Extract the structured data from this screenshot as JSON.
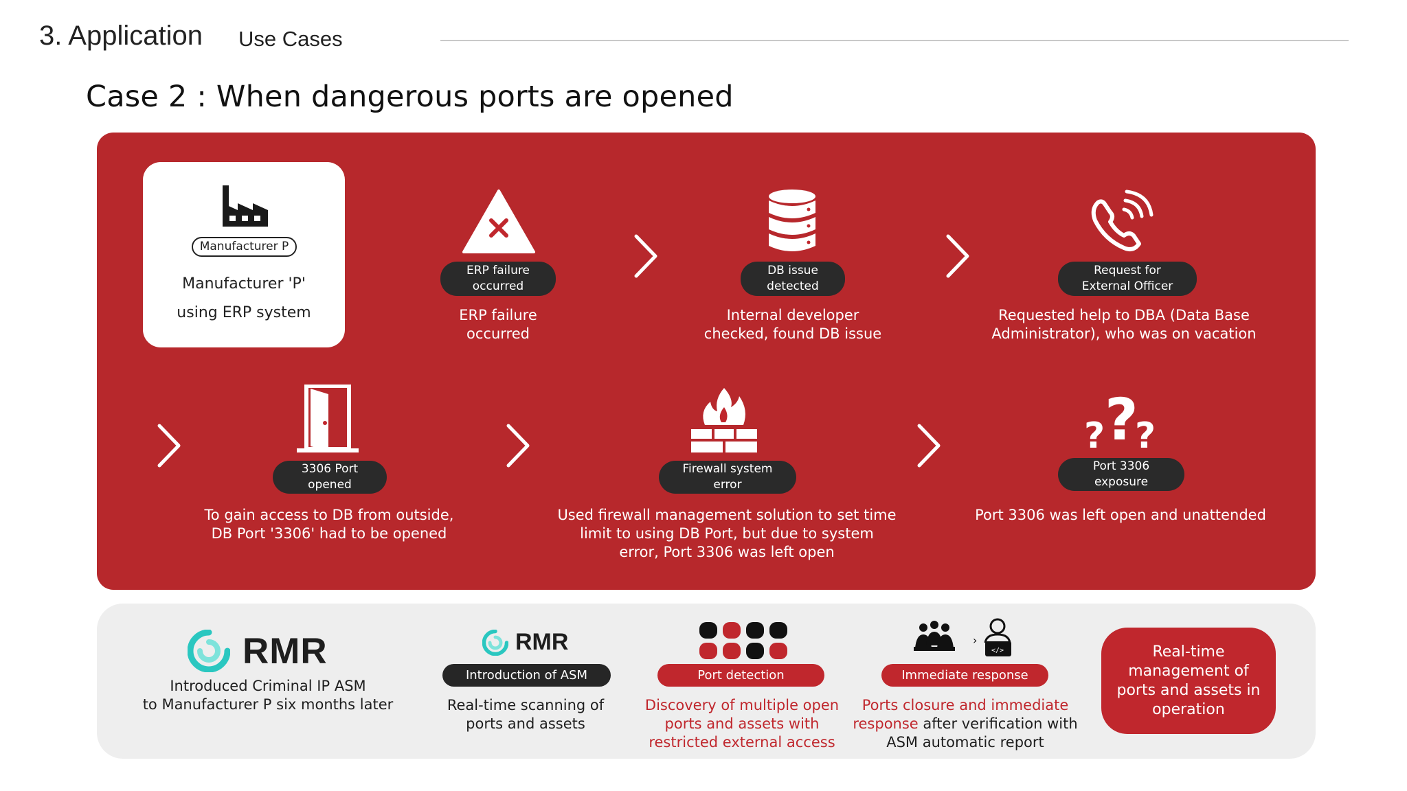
{
  "header": {
    "section": "3. Application",
    "subsection": "Use Cases",
    "case_title": "Case 2 : When dangerous ports are opened"
  },
  "colors": {
    "panel_red": "#b7282c",
    "accent_red": "#c0272d",
    "badge_dark": "#2a2a2a",
    "panel_gray": "#eeeeee",
    "rmr_teal": "#2ac7c0"
  },
  "manufacturer_card": {
    "icon": "factory-icon",
    "pill": "Manufacturer P",
    "line1": "Manufacturer 'P'",
    "line2": "using ERP system"
  },
  "steps": [
    {
      "icon": "warning-x-icon",
      "badge": "ERP failure\noccurred",
      "description": "ERP failure\noccurred"
    },
    {
      "icon": "database-icon",
      "badge": "DB issue\ndetected",
      "description": "Internal developer\nchecked, found DB issue"
    },
    {
      "icon": "phone-ringing-icon",
      "badge": "Request for\nExternal Officer",
      "description": "Requested help to DBA (Data Base\nAdministrator), who was on vacation"
    },
    {
      "icon": "open-door-icon",
      "badge": "3306 Port\nopened",
      "description": "To gain access to DB from outside,\nDB Port '3306' had to be opened"
    },
    {
      "icon": "firewall-fire-icon",
      "badge": "Firewall system\nerror",
      "description": "Used firewall management solution to set time\nlimit to using DB Port, but due to system\nerror, Port 3306 was left open"
    },
    {
      "icon": "question-marks-icon",
      "badge": "Port 3306\nexposure",
      "description": "Port 3306 was left open and unattended"
    }
  ],
  "solution": {
    "logo_word": "RMR",
    "intro_text": "Introduced Criminal IP ASM\nto Manufacturer P six months later",
    "stages": [
      {
        "icon": "rmr-logo-icon",
        "badge": "Introduction of ASM",
        "text": "Real-time scanning of\nports and assets"
      },
      {
        "icon": "port-grid-icon",
        "badge": "Port detection",
        "text": "Discovery of multiple open\nports and assets with\nrestricted external access"
      },
      {
        "icon": "team-response-icon",
        "badge": "Immediate response",
        "text_red": "Ports closure and immediate\nresponse",
        "text_dark": " after verification with\nASM automatic report"
      }
    ],
    "final": "Real-time\nmanagement of\nports and assets in\noperation"
  }
}
